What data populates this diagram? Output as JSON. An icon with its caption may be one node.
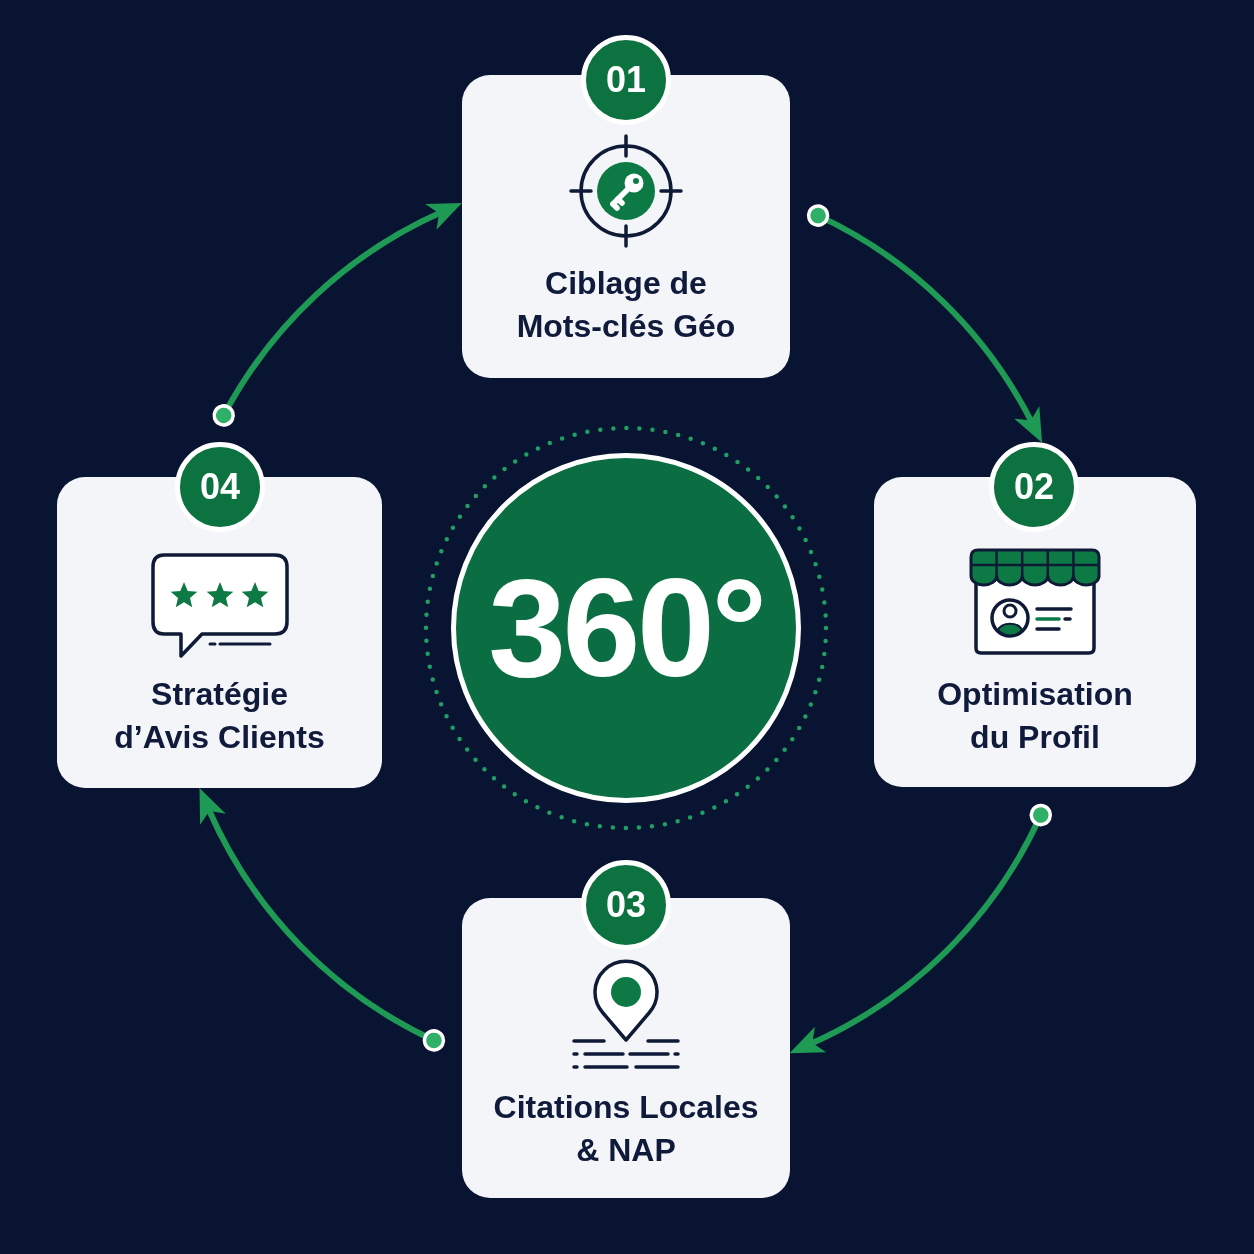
{
  "diagram": {
    "nodes": [
      {
        "text": [
          "01"
        ]
      },
      {
        "text": [
          "Ciblage de Mots-clés Géo"
        ]
      },
      {
        "text": [
          "02"
        ]
      },
      {
        "text": [
          "Optimisation du Profil"
        ]
      },
      {
        "text": [
          "03"
        ]
      },
      {
        "text": [
          "Citations Locales & NAP"
        ]
      },
      {
        "text": [
          "04"
        ]
      },
      {
        "text": [
          "Stratégie d’Avis Clients"
        ]
      },
      {
        "text": [
          "360°"
        ]
      }
    ],
    "edges": [
      {
        "from": 1,
        "to": 2,
        "arrow": "to"
      },
      {
        "from": 3,
        "to": 5,
        "arrow": "to"
      },
      {
        "from": 5,
        "to": 7,
        "arrow": "to"
      },
      {
        "from": 6,
        "to": 1,
        "arrow": "to"
      }
    ]
  }
}
